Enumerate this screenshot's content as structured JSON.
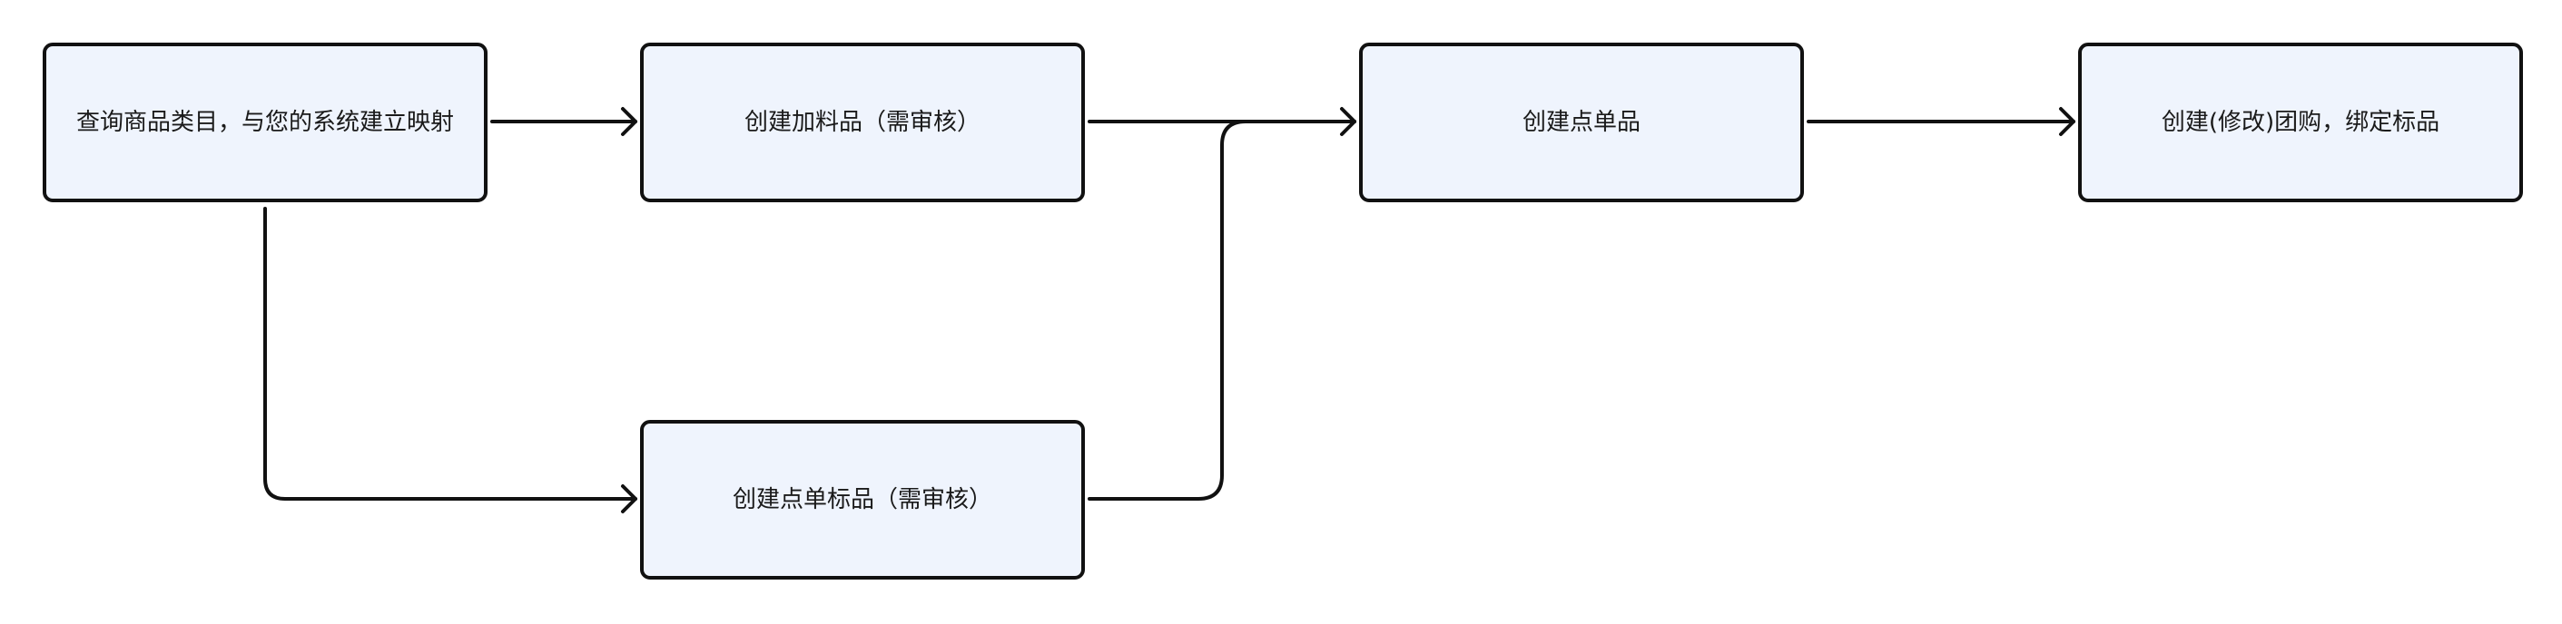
{
  "diagram": {
    "type": "flowchart",
    "colors": {
      "node_fill": "#eff4fd",
      "node_stroke": "#111111",
      "edge_stroke": "#111111",
      "text": "#1a1a1a"
    },
    "nodes": [
      {
        "id": "query",
        "label": "查询商品类目，与您的系统建立映射"
      },
      {
        "id": "addon",
        "label": "创建加料品（需审核）"
      },
      {
        "id": "single",
        "label": "创建点单品"
      },
      {
        "id": "group",
        "label": "创建(修改)团购，绑定标品"
      },
      {
        "id": "standard",
        "label": "创建点单标品（需审核）"
      }
    ],
    "edges": [
      {
        "from": "query",
        "to": "addon"
      },
      {
        "from": "query",
        "to": "standard"
      },
      {
        "from": "addon",
        "to": "single"
      },
      {
        "from": "standard",
        "to": "single"
      },
      {
        "from": "single",
        "to": "group"
      }
    ]
  }
}
